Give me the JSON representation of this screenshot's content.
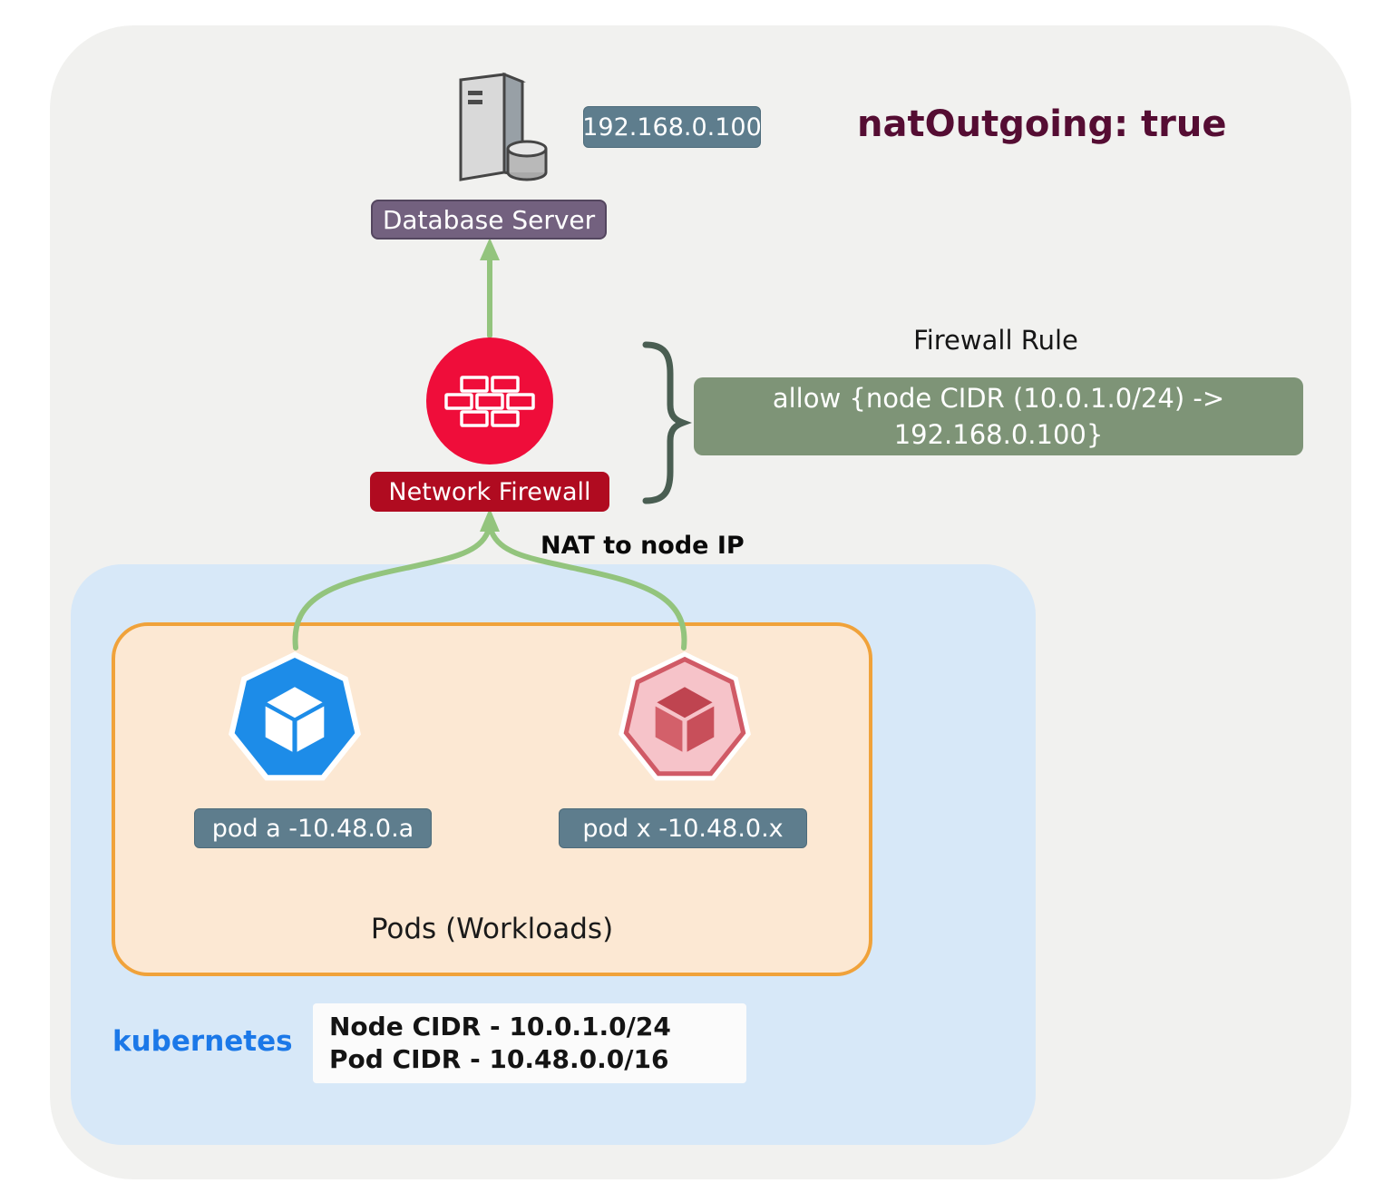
{
  "header": {
    "nat_outgoing": "natOutgoing: true"
  },
  "database_server": {
    "label": "Database Server",
    "ip": "192.168.0.100"
  },
  "firewall": {
    "label": "Network Firewall"
  },
  "firewall_rule": {
    "title": "Firewall Rule",
    "line1": "allow {node CIDR (10.0.1.0/24) ->",
    "line2": "192.168.0.100}"
  },
  "nat_annotation": "NAT to node IP",
  "cluster": {
    "name": "kubernetes",
    "node_cidr": "Node CIDR - 10.0.1.0/24",
    "pod_cidr": "Pod CIDR - 10.48.0.0/16",
    "pods_group_label": "Pods (Workloads)",
    "pods": [
      {
        "label": "pod a -10.48.0.a",
        "icon": "kubernetes-pod-icon-blue"
      },
      {
        "label": "pod x -10.48.0.x",
        "icon": "kubernetes-pod-icon-red"
      }
    ]
  },
  "colors": {
    "panel-bg": "#f1f1ef",
    "badge-slate": "#5e7d8d",
    "badge-purple": "#73617f",
    "firewall-red": "#ef0d3a",
    "firewall-badge-red": "#b00b20",
    "rule-green": "#7e9477",
    "arrow-green": "#93c47d",
    "brace-green": "#4a5e52",
    "cluster-blue": "#d7e8f8",
    "pods-orange-fill": "#fce8d3",
    "pods-orange-border": "#f0a23a",
    "pod-blue": "#1d8ce8",
    "pod-pink": "#f6c3c9",
    "kubernetes-blue": "#1b78e8",
    "maroon": "#550d33"
  }
}
